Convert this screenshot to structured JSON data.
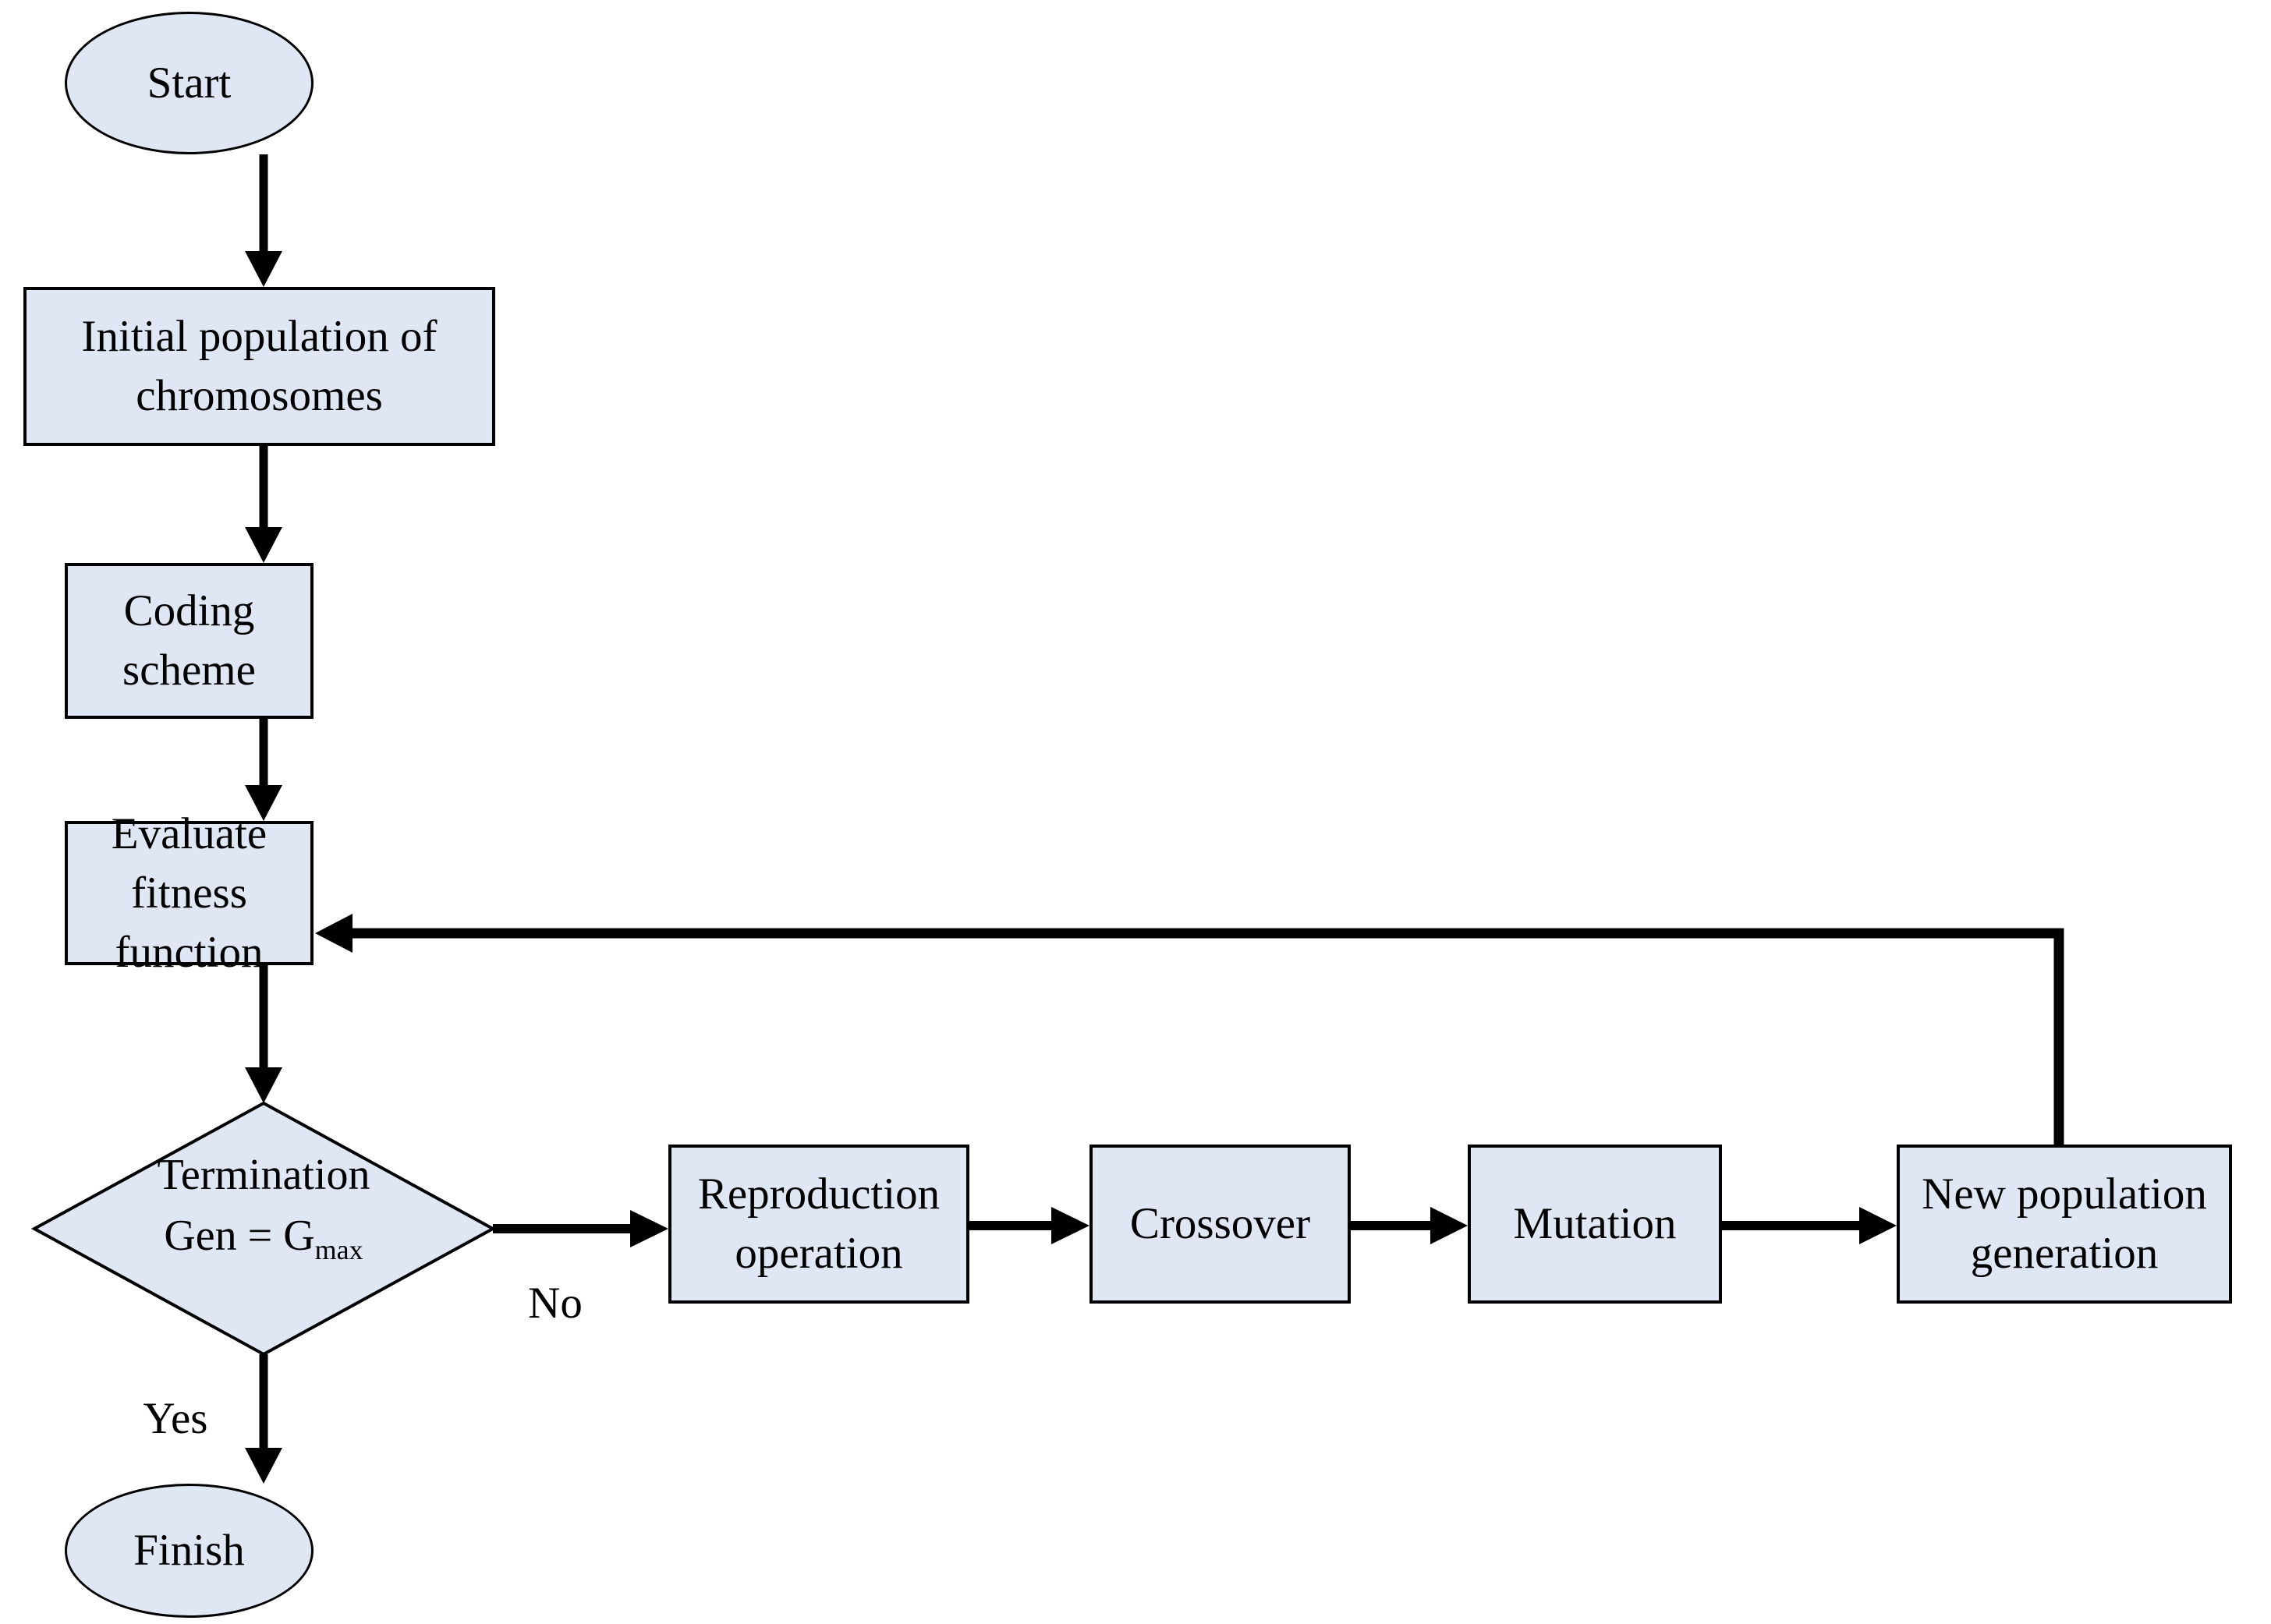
{
  "nodes": {
    "start": {
      "label": "Start"
    },
    "initial_population": {
      "line1": "Initial population of",
      "line2": "chromosomes"
    },
    "coding_scheme": {
      "label": "Coding scheme"
    },
    "evaluate_fitness": {
      "line1": "Evaluate fitness",
      "line2": "function"
    },
    "termination": {
      "line1": "Termination",
      "line2_prefix": "Gen = G",
      "line2_sub": "max"
    },
    "finish": {
      "label": "Finish"
    },
    "reproduction": {
      "line1": "Reproduction",
      "line2": "operation"
    },
    "crossover": {
      "label": "Crossover"
    },
    "mutation": {
      "label": "Mutation"
    },
    "new_population": {
      "line1": "New population",
      "line2": "generation"
    }
  },
  "edges": {
    "yes_label": "Yes",
    "no_label": "No"
  },
  "colors": {
    "node_fill": "#dee7f3",
    "node_border": "#000000",
    "arrow": "#000000",
    "text": "#000000",
    "background": "#ffffff"
  }
}
